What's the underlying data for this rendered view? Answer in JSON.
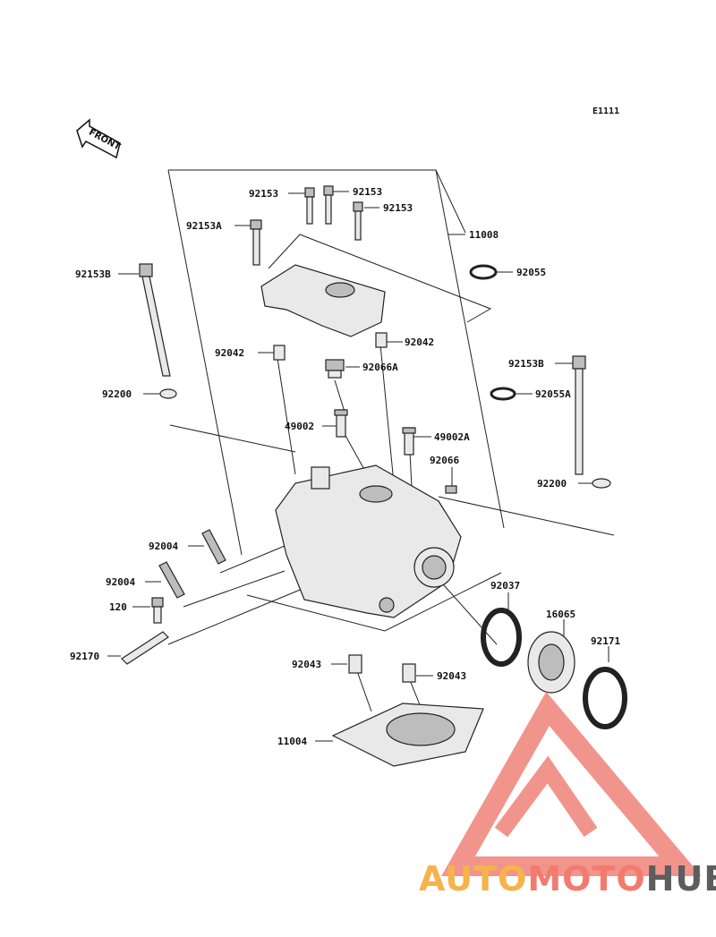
{
  "diagram_code": "E1111",
  "front_arrow_text": "FRONT",
  "watermark": {
    "part1": "AUTO",
    "part2": "MOTO",
    "part3": "HUB",
    "colors": {
      "auto": "#f5b34a",
      "moto": "#f37b6e",
      "hub": "#5d5d5d",
      "logo": "#f08a80"
    }
  },
  "labels": {
    "p92153_a": "92153",
    "p92153_b": "92153",
    "p92153_c": "92153",
    "p92153A": "92153A",
    "p11008": "11008",
    "p92153B_left": "92153B",
    "p92055": "92055",
    "p92042_right": "92042",
    "p92042_left": "92042",
    "p92066A": "92066A",
    "p92153B_right": "92153B",
    "p92200_left": "92200",
    "p92055A": "92055A",
    "p49002": "49002",
    "p49002A": "49002A",
    "p92066": "92066",
    "p92200_right": "92200",
    "p92004_upper": "92004",
    "p92004_lower": "92004",
    "p92037": "92037",
    "p16065": "16065",
    "p120": "120",
    "p92171": "92171",
    "p92170": "92170",
    "p92043_left": "92043",
    "p92043_right": "92043",
    "p11004": "11004"
  }
}
